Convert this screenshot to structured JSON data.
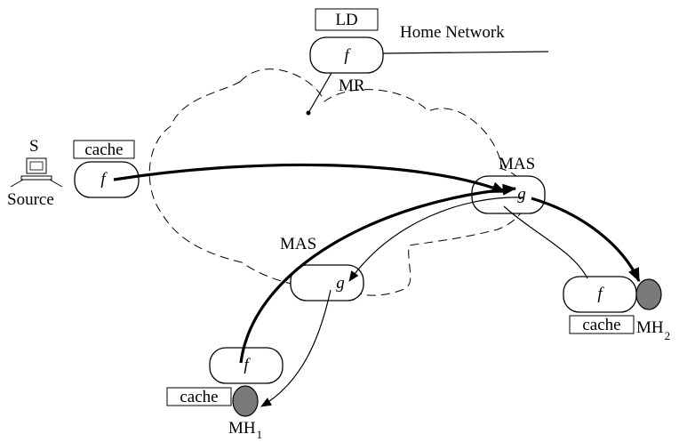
{
  "labels": {
    "ld": "LD",
    "home_network": "Home Network",
    "mr": "MR",
    "s": "S",
    "source": "Source",
    "mas_right": "MAS",
    "mas_left": "MAS",
    "cache_source": "cache",
    "cache_mh2": "cache",
    "cache_mh1": "cache",
    "mh2": "MH",
    "mh2_sub": "2",
    "mh1": "MH",
    "mh1_sub": "1"
  },
  "nodes": {
    "mr_fn": "f",
    "source_fn": "f",
    "mas_right_fn": "g",
    "mas_left_fn": "g",
    "mh2_fn": "f",
    "mh1_fn": "f"
  }
}
